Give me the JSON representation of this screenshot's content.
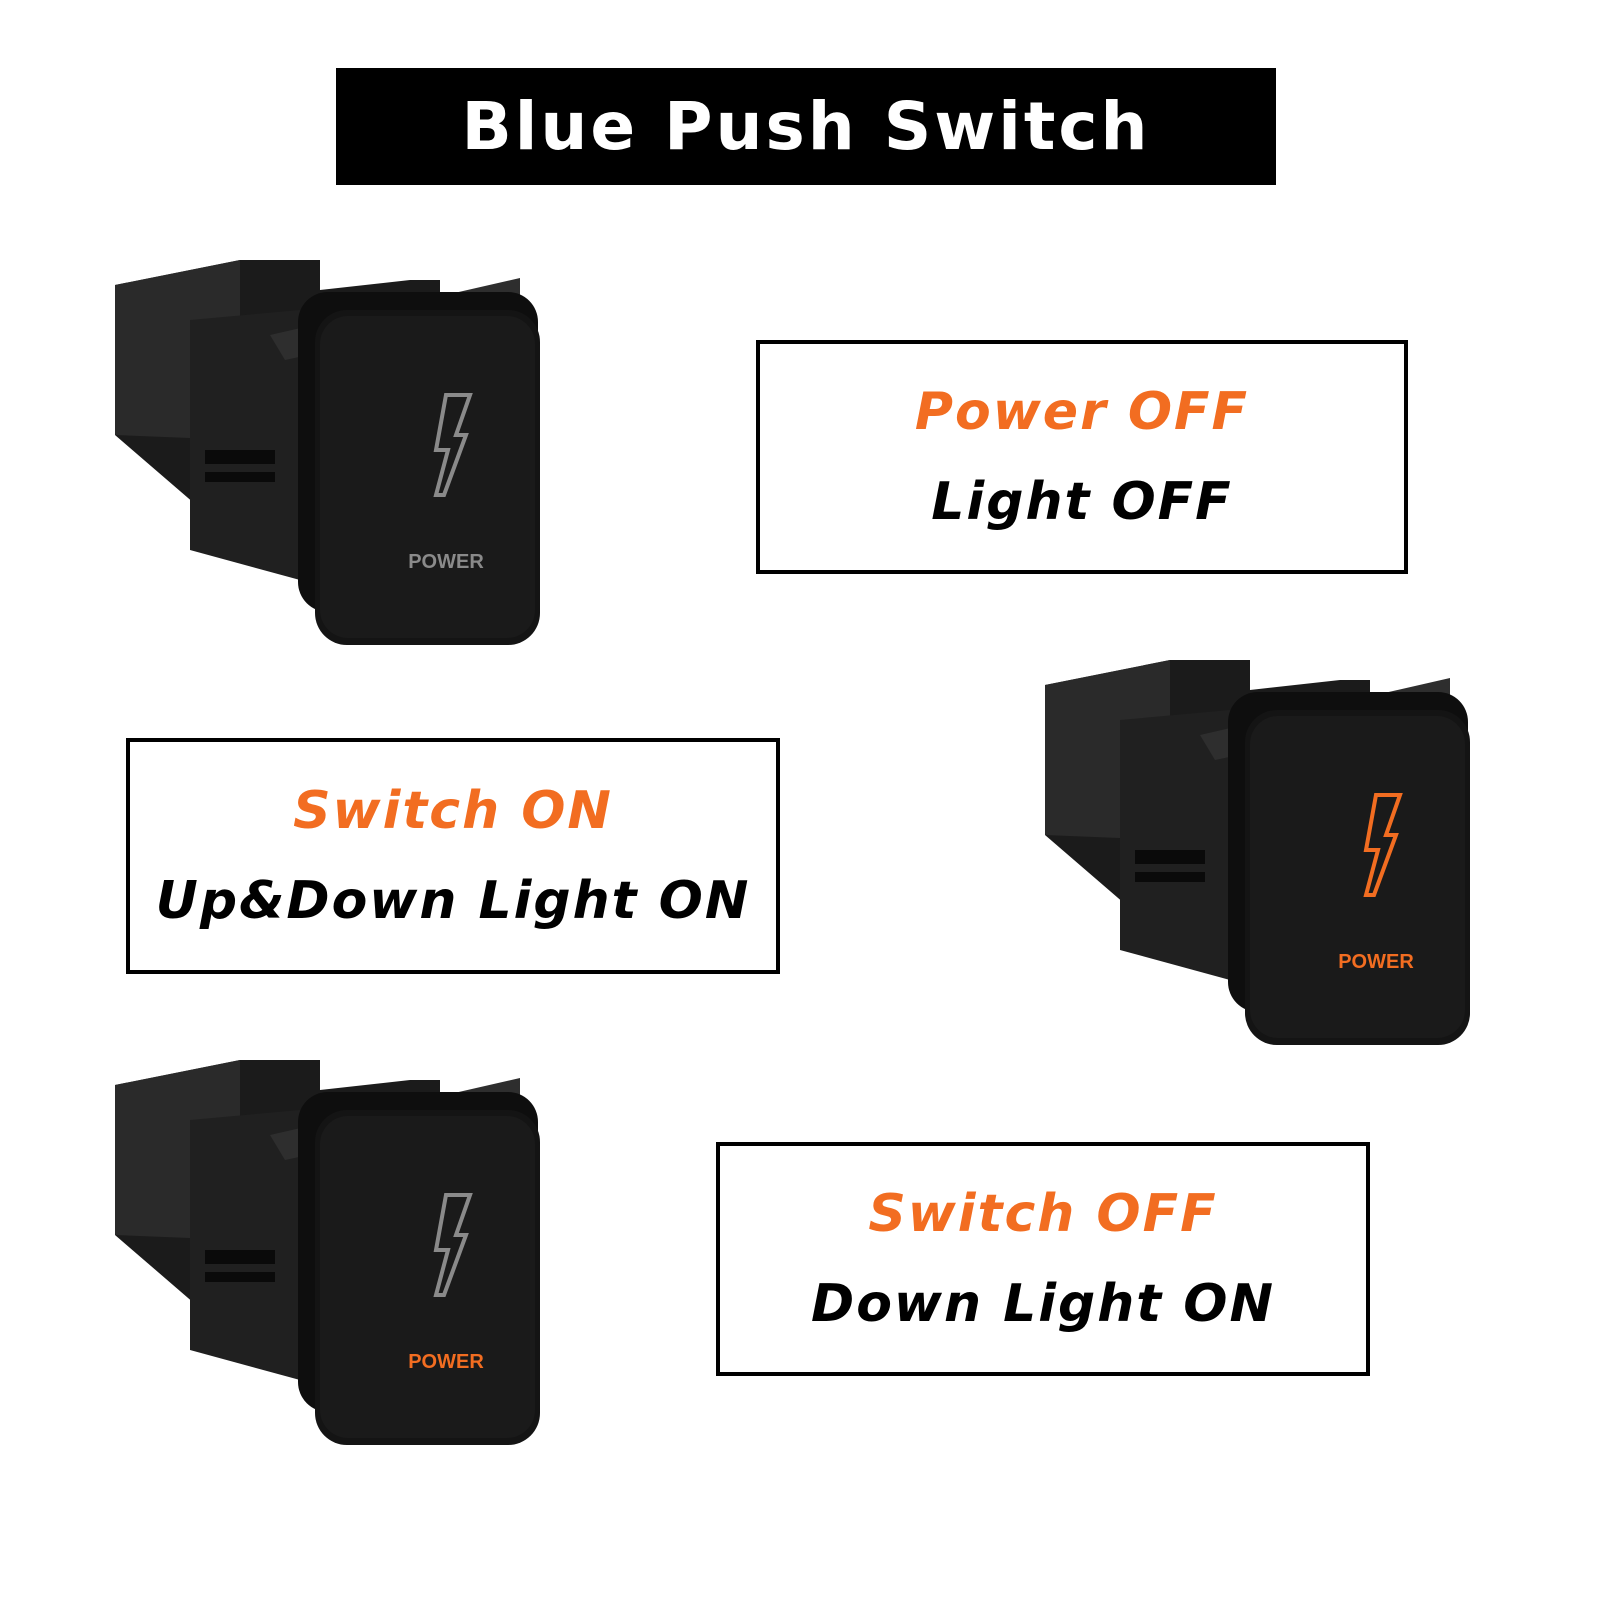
{
  "title": "Blue Push Switch",
  "colors": {
    "accent": "#f26d21",
    "bolt_off": "#8a8a8a",
    "switch_body": "#111111"
  },
  "states": [
    {
      "line1": "Power OFF",
      "line2": "Light OFF"
    },
    {
      "line1": "Switch ON",
      "line2": "Up&Down Light ON"
    },
    {
      "line1": "Switch OFF",
      "line2": "Down Light ON"
    }
  ],
  "switches": [
    {
      "label": "POWER",
      "icon": "lightning-bolt-icon",
      "bolt_lit": false,
      "label_lit": false
    },
    {
      "label": "POWER",
      "icon": "lightning-bolt-icon",
      "bolt_lit": true,
      "label_lit": true
    },
    {
      "label": "POWER",
      "icon": "lightning-bolt-icon",
      "bolt_lit": false,
      "label_lit": true
    }
  ]
}
